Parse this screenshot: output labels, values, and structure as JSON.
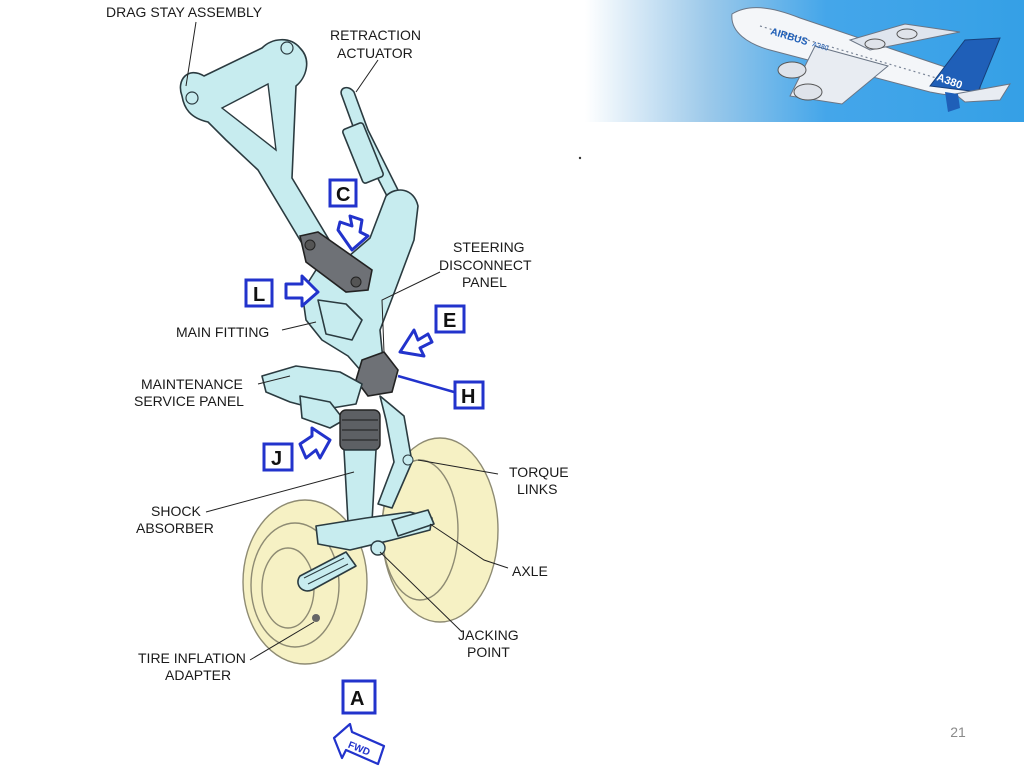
{
  "labels": {
    "drag_stay": "DRAG STAY ASSEMBLY",
    "retraction_1": "RETRACTION",
    "retraction_2": "ACTUATOR",
    "steering_1": "STEERING",
    "steering_2": "DISCONNECT",
    "steering_3": "PANEL",
    "main_fitting": "MAIN FITTING",
    "maint_1": "MAINTENANCE",
    "maint_2": "SERVICE PANEL",
    "torque_1": "TORQUE",
    "torque_2": "LINKS",
    "shock_1": "SHOCK",
    "shock_2": "ABSORBER",
    "axle": "AXLE",
    "jacking_1": "JACKING",
    "jacking_2": "POINT",
    "tire_1": "TIRE INFLATION",
    "tire_2": "ADAPTER"
  },
  "view_markers": {
    "c": "C",
    "l": "L",
    "e": "E",
    "h": "H",
    "j": "J",
    "a": "A"
  },
  "fwd_label": "FWD",
  "aircraft": {
    "livery_text": "AIRBUS",
    "model_text": "A380",
    "tail_text": "A380",
    "colors": {
      "sky_left": "#ffffff",
      "sky_right": "#3aa2e8",
      "tail": "#1f5fb8"
    }
  },
  "slide_number": "21",
  "colors": {
    "gear_part": "#c7ecef",
    "wheel": "#f6f1c4",
    "marker_blue": "#2233cc"
  }
}
